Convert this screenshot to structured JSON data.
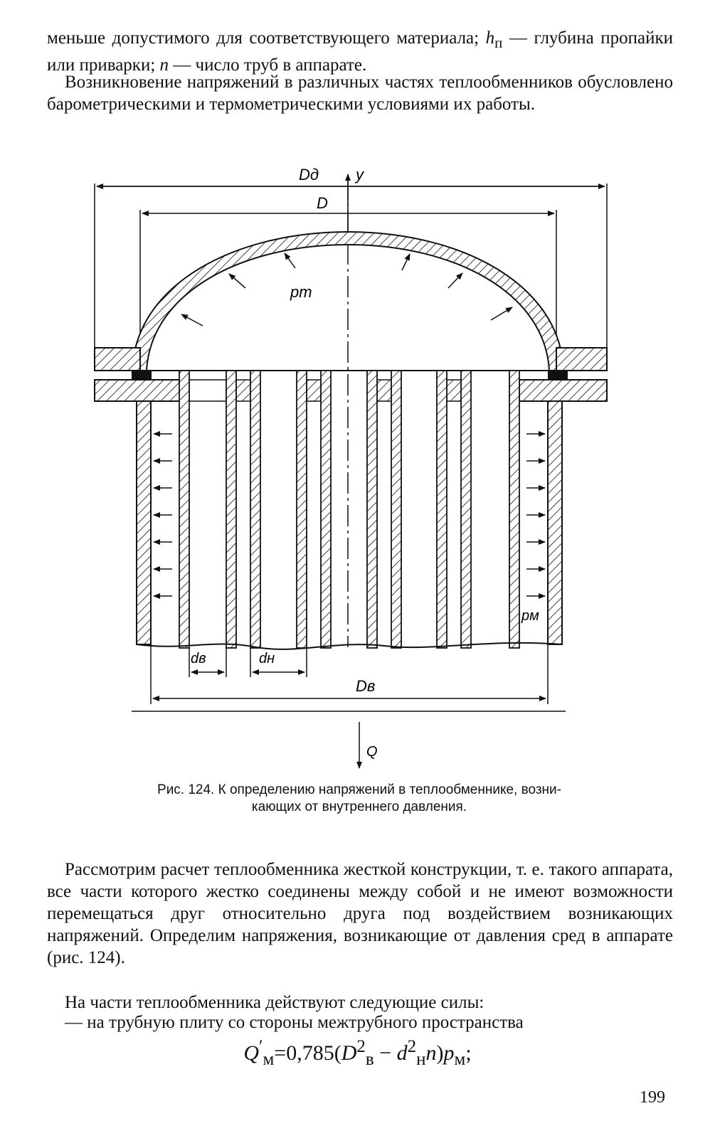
{
  "top_text": {
    "line1_pre": "меньше допустимого для соответствующего материала; ",
    "hp_symbol": "h",
    "hp_sub": "п",
    "line1_mid": " — глубина пропайки или приварки; ",
    "n_symbol": "n",
    "line1_post": " — число труб в аппарате.",
    "para2": "Возникновение напряжений в различных частях теплообменников обусловлено барометрическими и термометрическими условиями их работы."
  },
  "figure": {
    "label_Dd": "Dд",
    "label_y": "y",
    "label_D": "D",
    "label_pt": "pт",
    "label_pm": "pм",
    "label_dv": "dв",
    "label_dn": "dн",
    "label_Dv": "Dв",
    "label_Q": "Q"
  },
  "caption": {
    "line1": "Рис. 124. К определению напряжений в теплообменнике, возни-",
    "line2": "кающих от внутреннего давления."
  },
  "body_text": {
    "para1": "Рассмотрим расчет теплообменника жесткой конструкции, т. е. такого аппарата, все части которого жестко соединены между собой и не имеют возможности перемещаться друг относительно друга под воздействием возникающих напряжений. Определим напряжения, возникающие от давления сред в аппарате (рис. 124).",
    "para2": "На части теплообменника действуют следующие силы:",
    "para3": "— на трубную плиту со стороны межтрубного пространства"
  },
  "formula": {
    "lhs": "Q",
    "lhs_sub": "м",
    "eq": "=0,785",
    "D": "D",
    "D_sub": "в",
    "minus": " − ",
    "d": "d",
    "d_sub": "н",
    "n": "n",
    "p": "p",
    "p_sub": "м",
    "end": ";"
  },
  "page_number": "199"
}
